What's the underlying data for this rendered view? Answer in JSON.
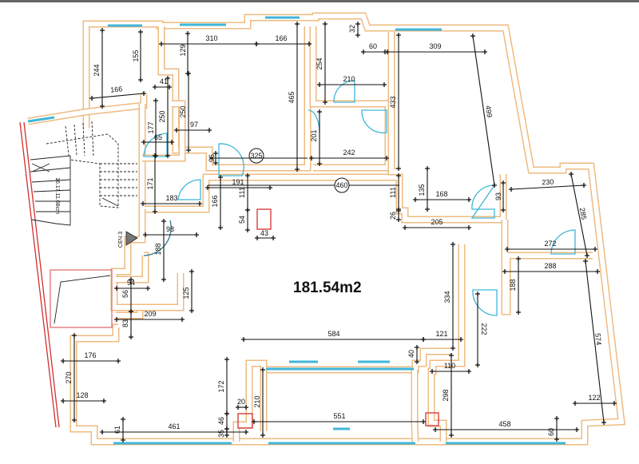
{
  "area_label": "181.54m2",
  "stair_label": "16.17.11.08cm",
  "section_label": "СЕЧ 3",
  "room_markers": [
    "325",
    "460"
  ],
  "colors": {
    "wall": "#eebb80",
    "window": "#3fb6d8",
    "chimney": "#d23030",
    "dimension": "#111111"
  },
  "dimensions": [
    "310",
    "166",
    "155",
    "244",
    "129",
    "166",
    "41",
    "250",
    "250",
    "177",
    "97",
    "65",
    "465",
    "242",
    "254",
    "32",
    "60",
    "309",
    "433",
    "210",
    "201",
    "499",
    "111",
    "135",
    "168",
    "93",
    "26",
    "205",
    "230",
    "285",
    "191",
    "111",
    "166",
    "171",
    "183",
    "96",
    "54",
    "43",
    "98",
    "188",
    "272",
    "288",
    "188",
    "94",
    "56",
    "125",
    "209",
    "83",
    "334",
    "584",
    "121",
    "40",
    "110",
    "222",
    "176",
    "270",
    "128",
    "172",
    "20",
    "210",
    "298",
    "574",
    "122",
    "551",
    "461",
    "61",
    "46",
    "35",
    "458",
    "60"
  ]
}
